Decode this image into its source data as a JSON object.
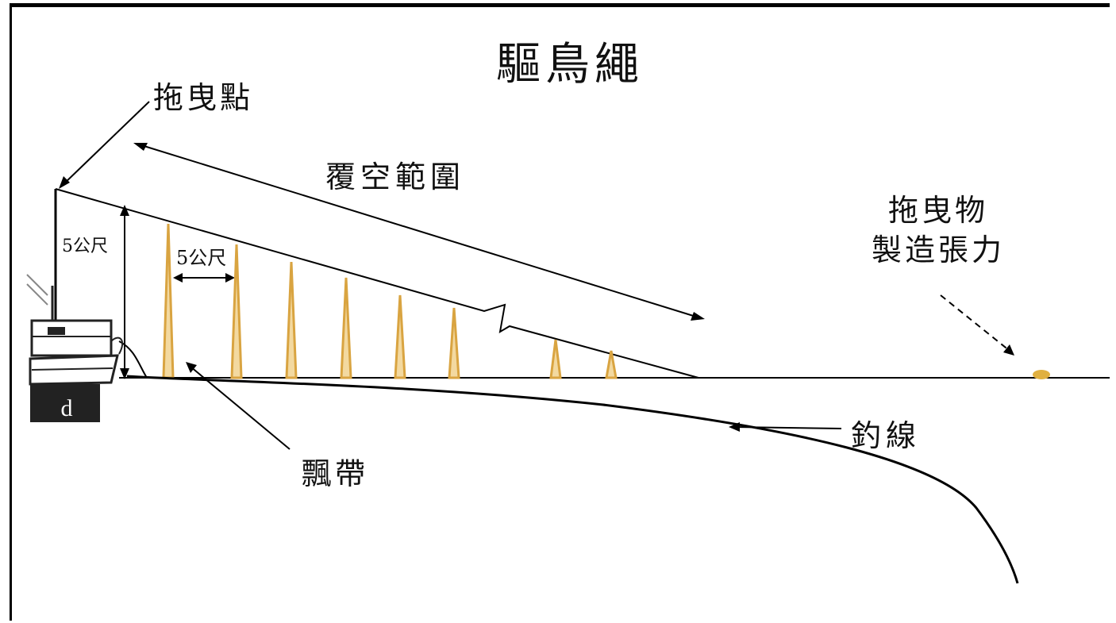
{
  "title": "驅鳥繩",
  "labels": {
    "tow_point": "拖曳點",
    "coverage": "覆空範圍",
    "towed_object_line1": "拖曳物",
    "towed_object_line2": "製造張力",
    "height_dim": "5公尺",
    "spacing_dim": "5公尺",
    "streamer": "飄帶",
    "fishing_line": "釣線"
  },
  "colors": {
    "streamer": "#d9a441",
    "line": "#000000",
    "towed_object": "#e0b040"
  }
}
